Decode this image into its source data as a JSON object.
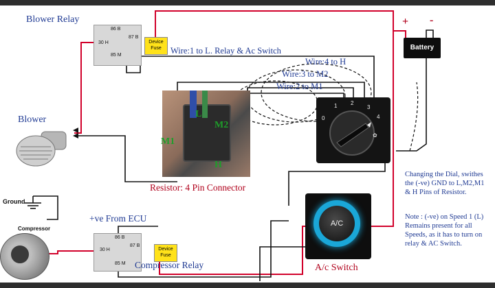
{
  "blower_relay": {
    "title": "Blower Relay",
    "pin_86": "86 B",
    "pin_87": "87 B",
    "pin_30": "30 H",
    "pin_85": "85 M",
    "fuse": "Device Fuse"
  },
  "compressor_relay": {
    "title": "Compressor Relay",
    "pin_86": "86 B",
    "pin_87": "87 B",
    "pin_30": "30 H",
    "pin_85": "85 M",
    "fuse": "Device Fuse"
  },
  "battery": {
    "label": "Battery",
    "plus": "+",
    "minus": "-"
  },
  "blower": {
    "label": "Blower"
  },
  "ground": {
    "label": "Ground"
  },
  "compressor": {
    "label": "Compressor"
  },
  "ecu": {
    "label": "+ve From ECU"
  },
  "wires": {
    "relay_switch": "Wire:1 to L. Relay & Ac Switch",
    "h": "Wire:4 to H",
    "m2": "Wire:3 to M2",
    "m1": "Wire:2 to M1"
  },
  "resistor": {
    "label": "Resistor: 4 Pin Connector",
    "pin_l": "L",
    "pin_m1": "M1",
    "pin_m2": "M2",
    "pin_h": "H"
  },
  "dial": {
    "marks": [
      "0",
      "1",
      "2",
      "3",
      "4"
    ]
  },
  "ac_switch": {
    "button": "A/C",
    "label": "A/c Switch"
  },
  "notes": {
    "dial": [
      "Changing the Dial, swithes",
      "the (-ve) GND to L,M2,M1",
      "& H Pins of Resistor."
    ],
    "speed": [
      "Note : (-ve) on Speed 1 (L)",
      "Remains present for all",
      "Speeds, as it has to turn on",
      "relay & AC Switch."
    ]
  },
  "colors": {
    "power_wire": "#d1002a",
    "ground_wire": "#111111",
    "label_blue": "#1f3a93",
    "label_red": "#b0001b",
    "pin_green": "#1e9e2a",
    "fuse_yellow": "#ffe21a",
    "ac_ring": "#1aa7d8"
  }
}
